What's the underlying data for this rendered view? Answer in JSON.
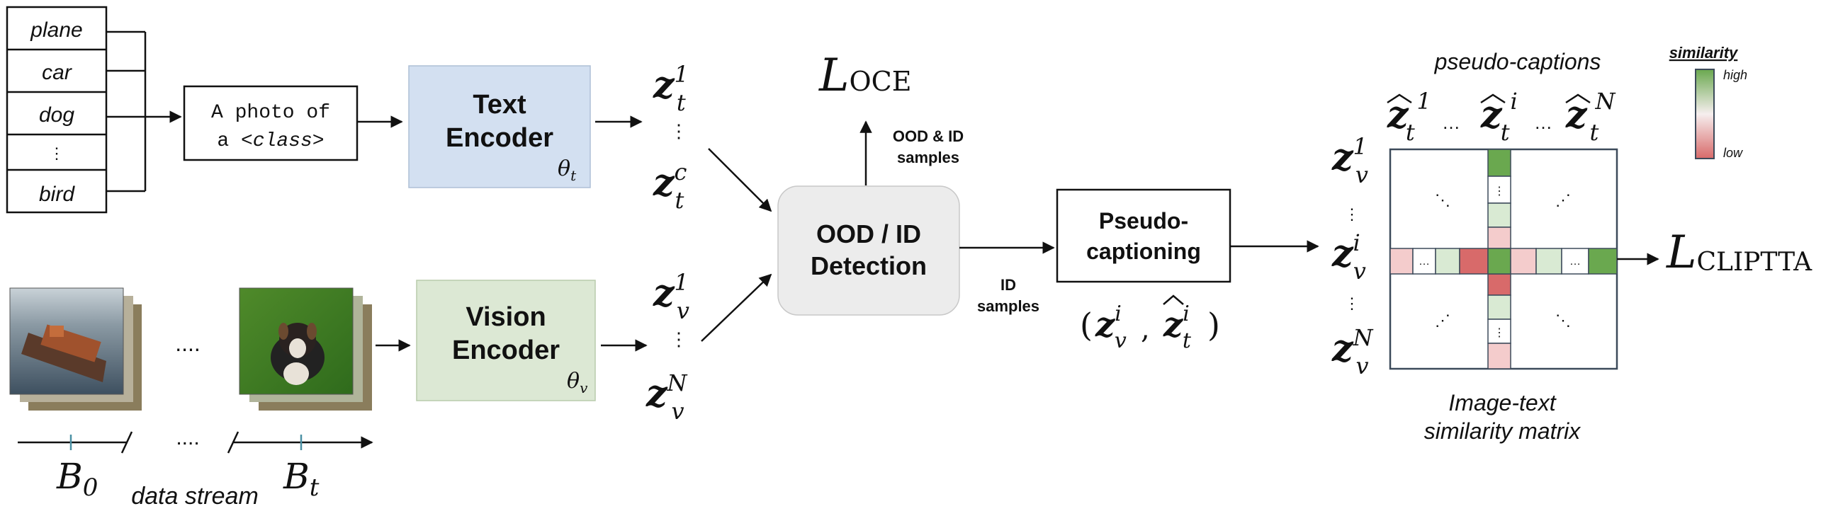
{
  "classes": {
    "items": [
      "plane",
      "car",
      "dog",
      "⋮",
      "bird"
    ]
  },
  "prompt": {
    "line1": "A photo of",
    "line2_prefix": "a ",
    "line2_class": "<class>"
  },
  "text_encoder": {
    "line1": "Text",
    "line2": "Encoder",
    "param": "θ",
    "param_sub": "t"
  },
  "vision_encoder": {
    "line1": "Vision",
    "line2": "Encoder",
    "param": "θ",
    "param_sub": "v"
  },
  "text_embeddings": {
    "symbol": "z",
    "sub": "t",
    "sup_first": "1",
    "sup_last": "c",
    "ellipsis": "⋮"
  },
  "image_embeddings": {
    "symbol": "z",
    "sub": "v",
    "sup_first": "1",
    "sup_last": "N",
    "ellipsis": "⋮"
  },
  "data_stream": {
    "label": "data stream",
    "dots_images": "....",
    "dots_axis": "....",
    "batch_first": "B",
    "batch_first_sub": "0",
    "batch_last": "B",
    "batch_last_sub": "t"
  },
  "ood_detection": {
    "line1": "OOD / ID",
    "line2": "Detection",
    "up_label_line1": "OOD & ID",
    "up_label_line2": "samples",
    "right_label_line1": "ID",
    "right_label_line2": "samples"
  },
  "loss_oce": {
    "symbol": "L",
    "sub": "OCE"
  },
  "pseudo_captioning": {
    "line1": "Pseudo-",
    "line2": "captioning",
    "pair_open": "(",
    "pair_z1": "z",
    "pair_z1_sub": "v",
    "pair_z1_sup": "i",
    "pair_comma": ",",
    "pair_z2": "z",
    "pair_z2_sub": "t",
    "pair_z2_sup": "i",
    "pair_close": ")"
  },
  "matrix": {
    "top_label": "pseudo-captions",
    "col_symbol": "z",
    "col_sub": "t",
    "col_sups": [
      "1",
      "i",
      "N"
    ],
    "col_dots": "…",
    "row_symbol": "z",
    "row_sub": "v",
    "row_sups": [
      "1",
      "i",
      "N"
    ],
    "row_dots": "⋮",
    "bottom_label_line1": "Image-text",
    "bottom_label_line2": "similarity matrix",
    "cell_dots": "⋮",
    "row_cell_dots": "…",
    "colors": {
      "high": "#6aa84f",
      "mid_green": "#d9ead3",
      "mid_pink": "#f4cccc",
      "low": "#d86a6a",
      "border": "#3c4a5a"
    }
  },
  "legend": {
    "title": "similarity",
    "high": "high",
    "low": "low"
  },
  "loss_cliptta": {
    "symbol": "L",
    "sub": "CLIPTTA"
  }
}
